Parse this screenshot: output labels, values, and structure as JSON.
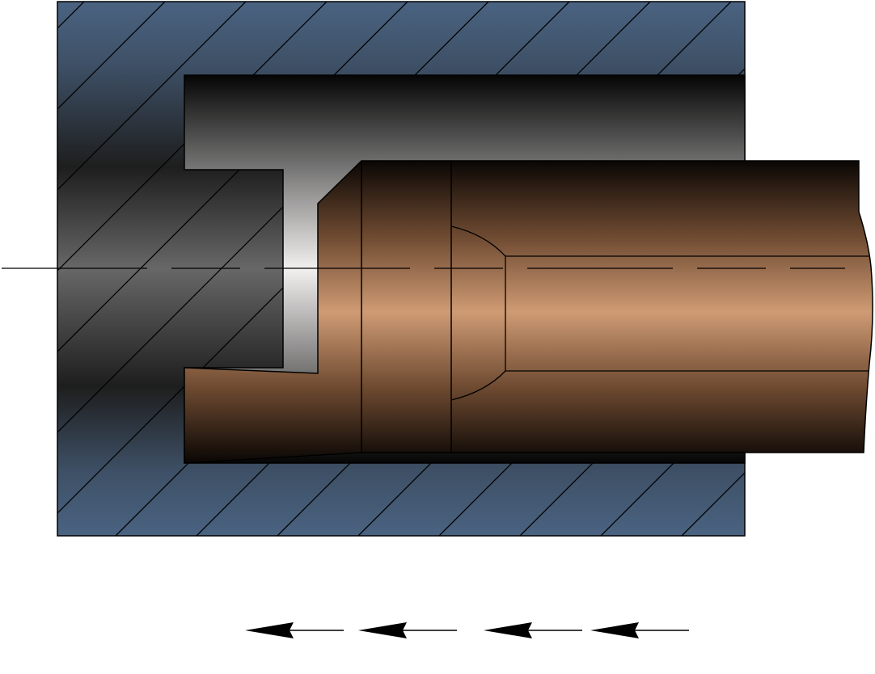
{
  "diagram": {
    "kind": "extrusion-die-cross-section",
    "colors": {
      "die_edge": "#4a6381",
      "die_dark": "#1e1e1e",
      "die_mid": "#666666",
      "cavity_light": "#f2f0ef",
      "cavity_dark": "#050505",
      "billet_light": "#cf9b74",
      "billet_dark": "#0a0604",
      "line": "#000000",
      "background": "#ffffff"
    },
    "flow_arrows": {
      "count": 4,
      "direction": "left"
    }
  }
}
